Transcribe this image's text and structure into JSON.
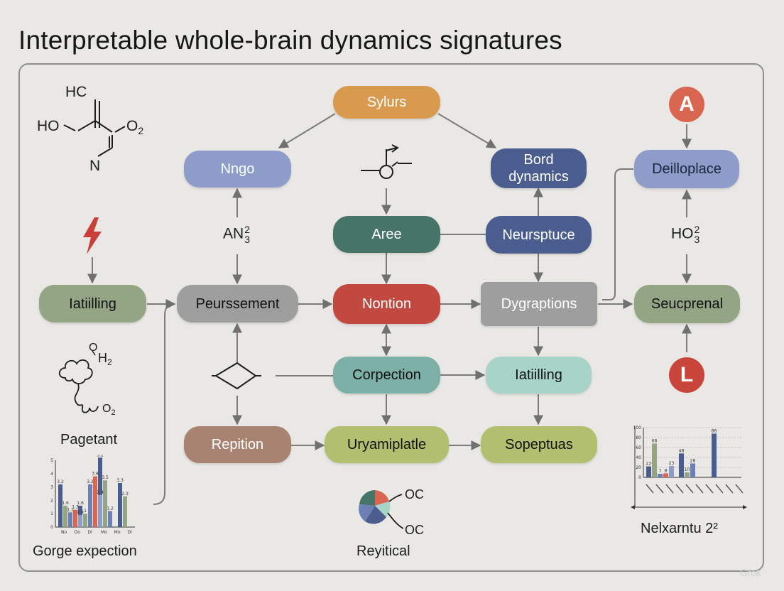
{
  "title": "Interpretable whole-brain dynamics signatures",
  "colors": {
    "orange": "#d89a4f",
    "lavender": "#8e9cc9",
    "navy": "#4b5d8f",
    "teal": "#477468",
    "red": "#c2493f",
    "sage": "#93a585",
    "gray": "#9e9e9e",
    "mint": "#a7d3c8",
    "olive": "#b1bf6f",
    "rust": "#a98371",
    "tealLight": "#7cafa6",
    "signalA": "#d96650",
    "signalL": "#c9443b",
    "bolt": "#c9403a"
  },
  "nodes": {
    "sylurs": "Sylurs",
    "nngo": "Nngo",
    "bord": "Bord\ndynamics",
    "deilloplace": "Deilloplace",
    "aree": "Aree",
    "neursptuce": "Neursptuce",
    "iatiilling_left": "Iatiilling",
    "peurssement": "Peurssement",
    "nontion": "Nontion",
    "dygraptions": "Dygraptions",
    "seucprenal": "Seucprenal",
    "corpection": "Corpection",
    "iatiilling_right": "Iatiilling",
    "repition": "Repition",
    "uryamiplatle": "Uryamiplatle",
    "sopeptuas": "Sopeptuas"
  },
  "signals": {
    "a": "A",
    "l": "L"
  },
  "labels": {
    "pagetant": "Pagetant",
    "gorge": "Gorge expection",
    "reyitical": "Reyitical",
    "nelxarntu": "Nelxarntu  2²",
    "an_base": "AN",
    "an_sup": "2",
    "an_sub": "3",
    "ho_base": "HO",
    "ho_sup": "2",
    "ho_sub": "3",
    "hc": "HC",
    "ho": "HO",
    "o2": "O",
    "o2_sub": "2",
    "n": "N",
    "cloud_top": "O",
    "cloud_h": "H",
    "cloud_h_sub": "2",
    "cloud_o": "O",
    "cloud_o_sub": "2",
    "pie_oc1": "OC",
    "pie_oc2": "OC",
    "watermark": "Grok"
  },
  "chart_data": [
    {
      "type": "bar",
      "title": "",
      "ylim": [
        0,
        5
      ],
      "ytick_labels": [
        "0",
        "1",
        "2",
        "3",
        "4",
        "5"
      ],
      "categories": [
        "No",
        "Do",
        "Dl",
        "Mo",
        "Mo",
        "Dl"
      ],
      "series": [
        {
          "values": [
            3.2,
            1.6,
            5.2,
            3.3
          ]
        },
        {
          "values": [
            1.6,
            1.0,
            3.5,
            2.3
          ]
        },
        {
          "values": [
            1.1,
            3.2,
            1.2
          ]
        },
        {
          "values": [
            1.3,
            3.8
          ]
        },
        {
          "values": [
            0.9,
            2.4
          ]
        }
      ]
    },
    {
      "type": "bar",
      "title": "",
      "ylim": [
        0,
        100
      ],
      "ytick_labels": [
        "0",
        "20",
        "40",
        "60",
        "80",
        "100"
      ],
      "series": [
        {
          "values": [
            22,
            48,
            88
          ]
        },
        {
          "values": [
            68,
            10
          ]
        },
        {
          "values": [
            7,
            28
          ]
        },
        {
          "values": [
            8
          ]
        },
        {
          "values": [
            23
          ]
        }
      ]
    }
  ]
}
